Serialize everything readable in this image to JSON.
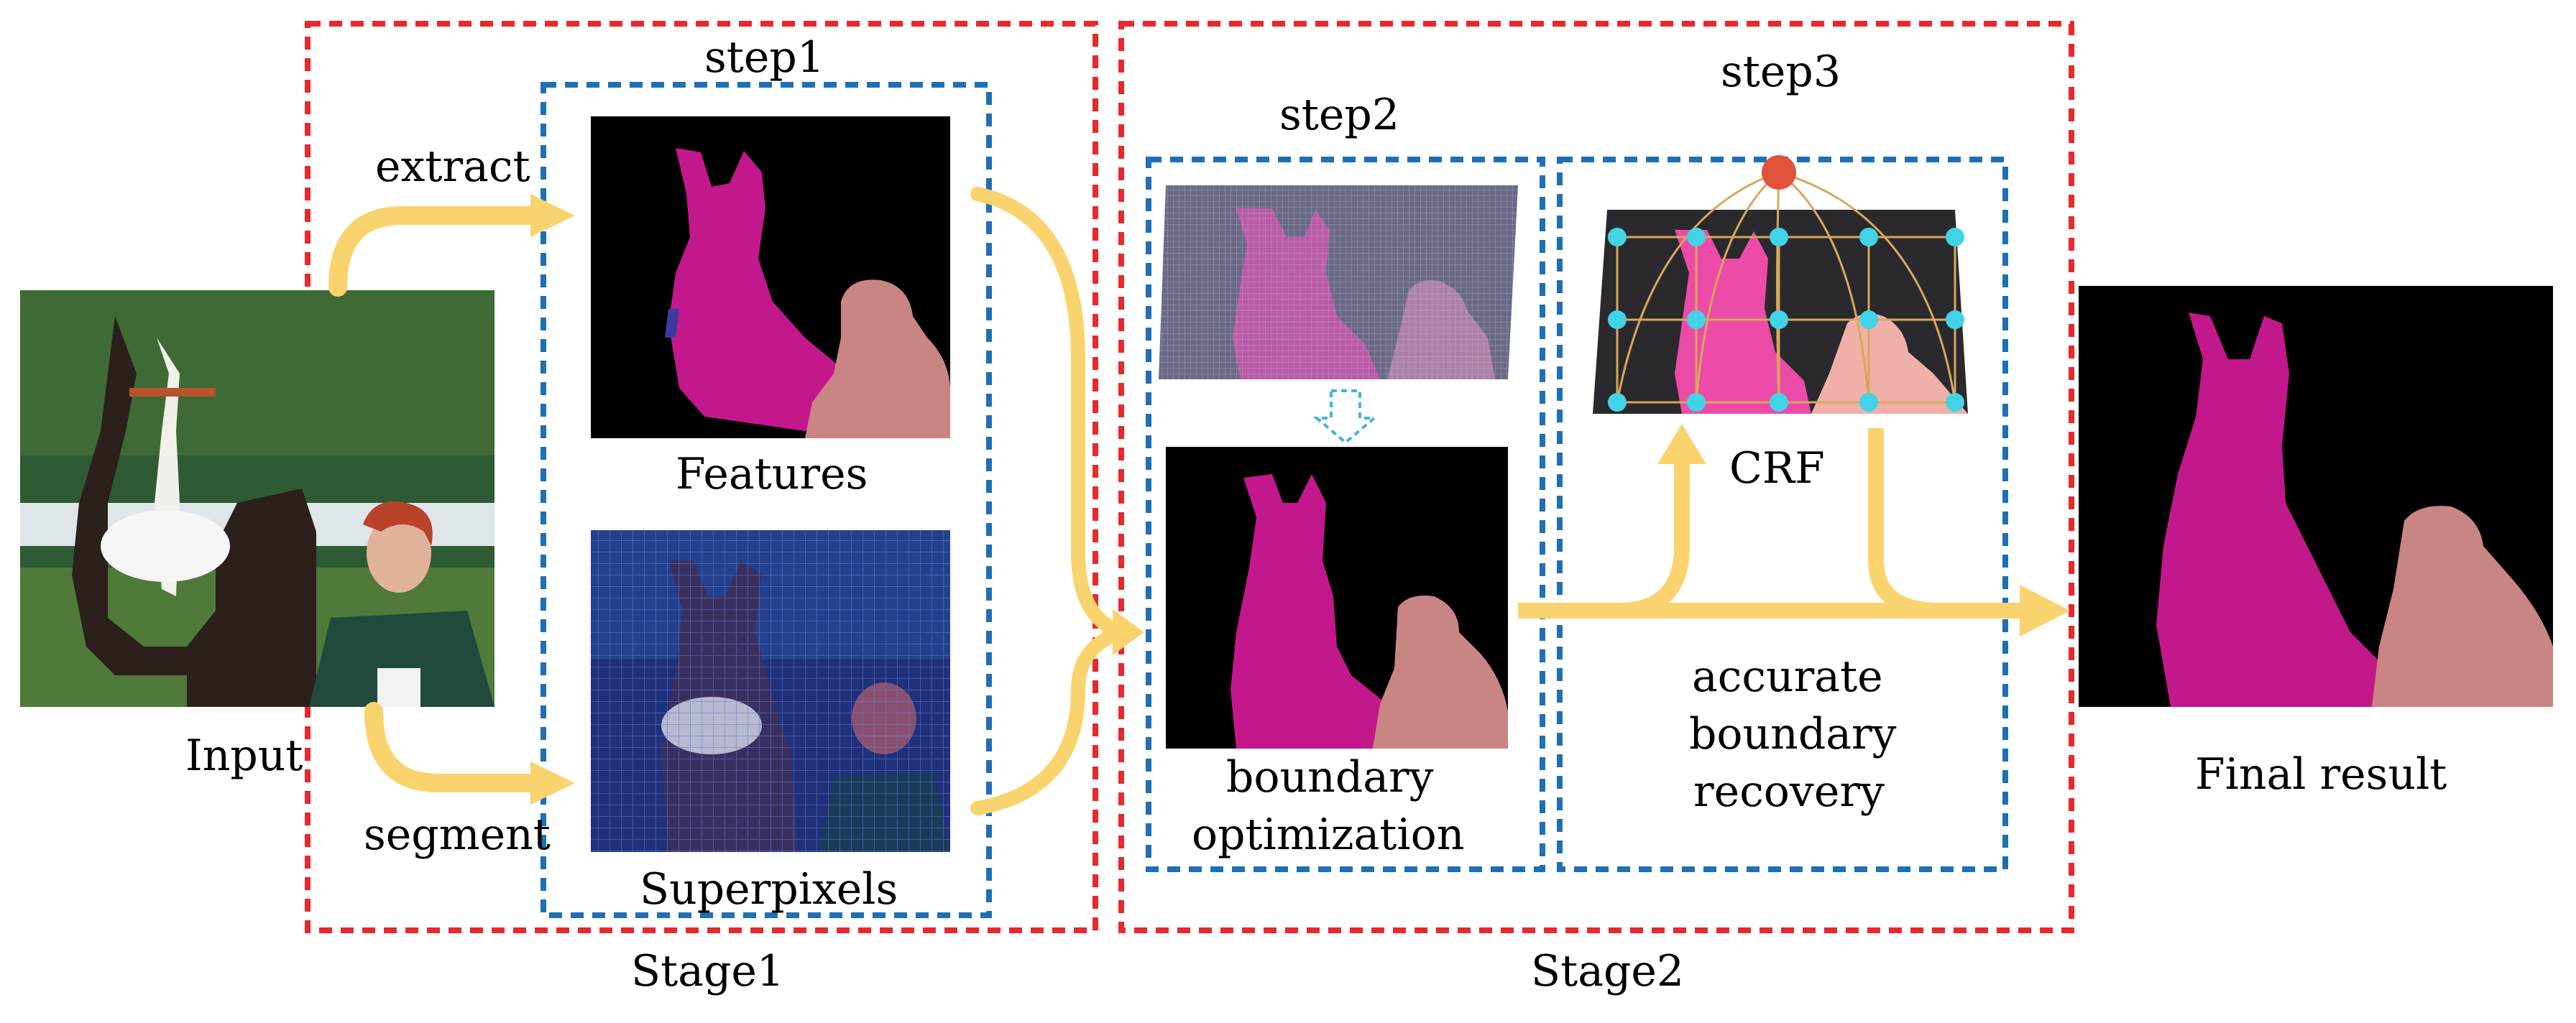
{
  "labels": {
    "input": "Input",
    "extract": "extract",
    "segment": "segment",
    "step1": "step1",
    "features": "Features",
    "superpixels": "Superpixels",
    "stage1": "Stage1",
    "step2": "step2",
    "step3": "step3",
    "boundary_line1": "boundary",
    "boundary_line2": "optimization",
    "crf": "CRF",
    "accurate_line1": "accurate",
    "accurate_line2": "boundary",
    "accurate_line3": "recovery",
    "stage2": "Stage2",
    "final_result": "Final result"
  },
  "colors": {
    "stage_border": "#e8282c",
    "step_border": "#1f6fb5",
    "arrow": "#f9d46e",
    "small_arrow": "#41b4e0",
    "horse_pink": "#c3188c",
    "person_pink": "#c98583",
    "mask_bg": "#000000",
    "crf_node": "#43d3e6",
    "crf_top_node": "#e0523a"
  }
}
